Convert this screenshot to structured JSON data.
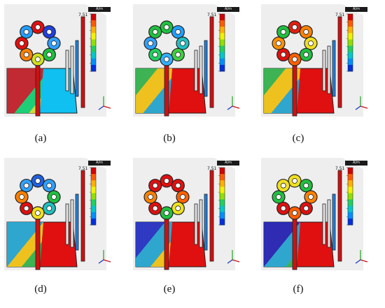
{
  "colorbar": {
    "unit": "A/m",
    "max_label": "7.51",
    "colors": [
      "#d40000",
      "#ff5a00",
      "#ffb000",
      "#f2f200",
      "#90e000",
      "#20d060",
      "#00c8c8",
      "#0090ff",
      "#0030e0"
    ]
  },
  "panels": [
    {
      "caption": "(a)",
      "ring": [
        "#e01010",
        "#2040e0",
        "#30a0ff",
        "#20c040",
        "#d0e020",
        "#ff8000",
        "#e01010",
        "#20a0ff"
      ],
      "plate": "#10c0f0",
      "blobs": [
        [
          "#e01010",
          0.6
        ],
        [
          "#20d060",
          0.2
        ],
        [
          "#f0e020",
          0.2
        ]
      ]
    },
    {
      "caption": "(b)",
      "ring": [
        "#20c040",
        "#20a0ff",
        "#20c0c0",
        "#40d040",
        "#30b0ff",
        "#20d060",
        "#30a0ff",
        "#20c040"
      ],
      "plate": "#e01010",
      "blobs": [
        [
          "#20d060",
          0.3
        ],
        [
          "#f0e020",
          0.3
        ],
        [
          "#10c0f0",
          0.4
        ]
      ]
    },
    {
      "caption": "(c)",
      "ring": [
        "#e02010",
        "#ff8000",
        "#f0e020",
        "#20c040",
        "#ff6000",
        "#e01010",
        "#ff9000",
        "#20c040"
      ],
      "plate": "#e01010",
      "blobs": [
        [
          "#20d060",
          0.3
        ],
        [
          "#f0e020",
          0.3
        ],
        [
          "#10c0f0",
          0.4
        ]
      ]
    },
    {
      "caption": "(d)",
      "ring": [
        "#2060e0",
        "#30a0ff",
        "#20c040",
        "#20c0c0",
        "#f0e020",
        "#e01010",
        "#ff8000",
        "#30a0ff"
      ],
      "plate": "#e01010",
      "blobs": [
        [
          "#10c0f0",
          0.5
        ],
        [
          "#f0e020",
          0.2
        ],
        [
          "#20d060",
          0.3
        ]
      ]
    },
    {
      "caption": "(e)",
      "ring": [
        "#e01010",
        "#e01010",
        "#ff6000",
        "#f0e020",
        "#20c040",
        "#e01010",
        "#ff8000",
        "#e01010"
      ],
      "plate": "#e01010",
      "blobs": [
        [
          "#1040e0",
          0.4
        ],
        [
          "#10c0f0",
          0.3
        ],
        [
          "#f0e020",
          0.3
        ]
      ]
    },
    {
      "caption": "(f)",
      "ring": [
        "#f0e020",
        "#20c040",
        "#ff8000",
        "#e01010",
        "#ff6000",
        "#e01010",
        "#20c040",
        "#f0e020"
      ],
      "plate": "#e01010",
      "blobs": [
        [
          "#1030d0",
          0.5
        ],
        [
          "#10c0f0",
          0.3
        ],
        [
          "#20d060",
          0.2
        ]
      ]
    }
  ]
}
